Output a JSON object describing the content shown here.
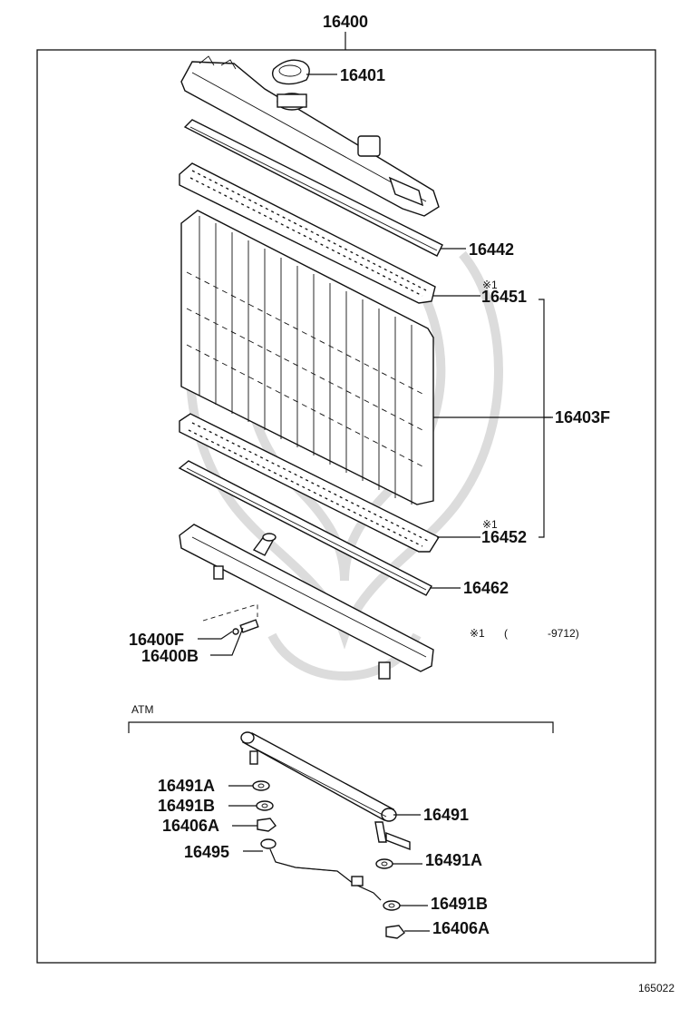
{
  "diagram": {
    "assembly_number": "16400",
    "figure_code": "165022",
    "footnote": {
      "mark": "※1",
      "open_paren": "(",
      "range": "-9712)"
    },
    "atm_label": "ATM",
    "parts": {
      "p16401": "16401",
      "p16442": "16442",
      "p16451": "16451",
      "p16451_mark": "※1",
      "p16403F": "16403F",
      "p16452": "16452",
      "p16452_mark": "※1",
      "p16462": "16462",
      "p16400F": "16400F",
      "p16400B": "16400B",
      "p16491A_left": "16491A",
      "p16491B_left": "16491B",
      "p16406A_left": "16406A",
      "p16495": "16495",
      "p16491": "16491",
      "p16491A_right": "16491A",
      "p16491B_right": "16491B",
      "p16406A_right": "16406A"
    }
  }
}
